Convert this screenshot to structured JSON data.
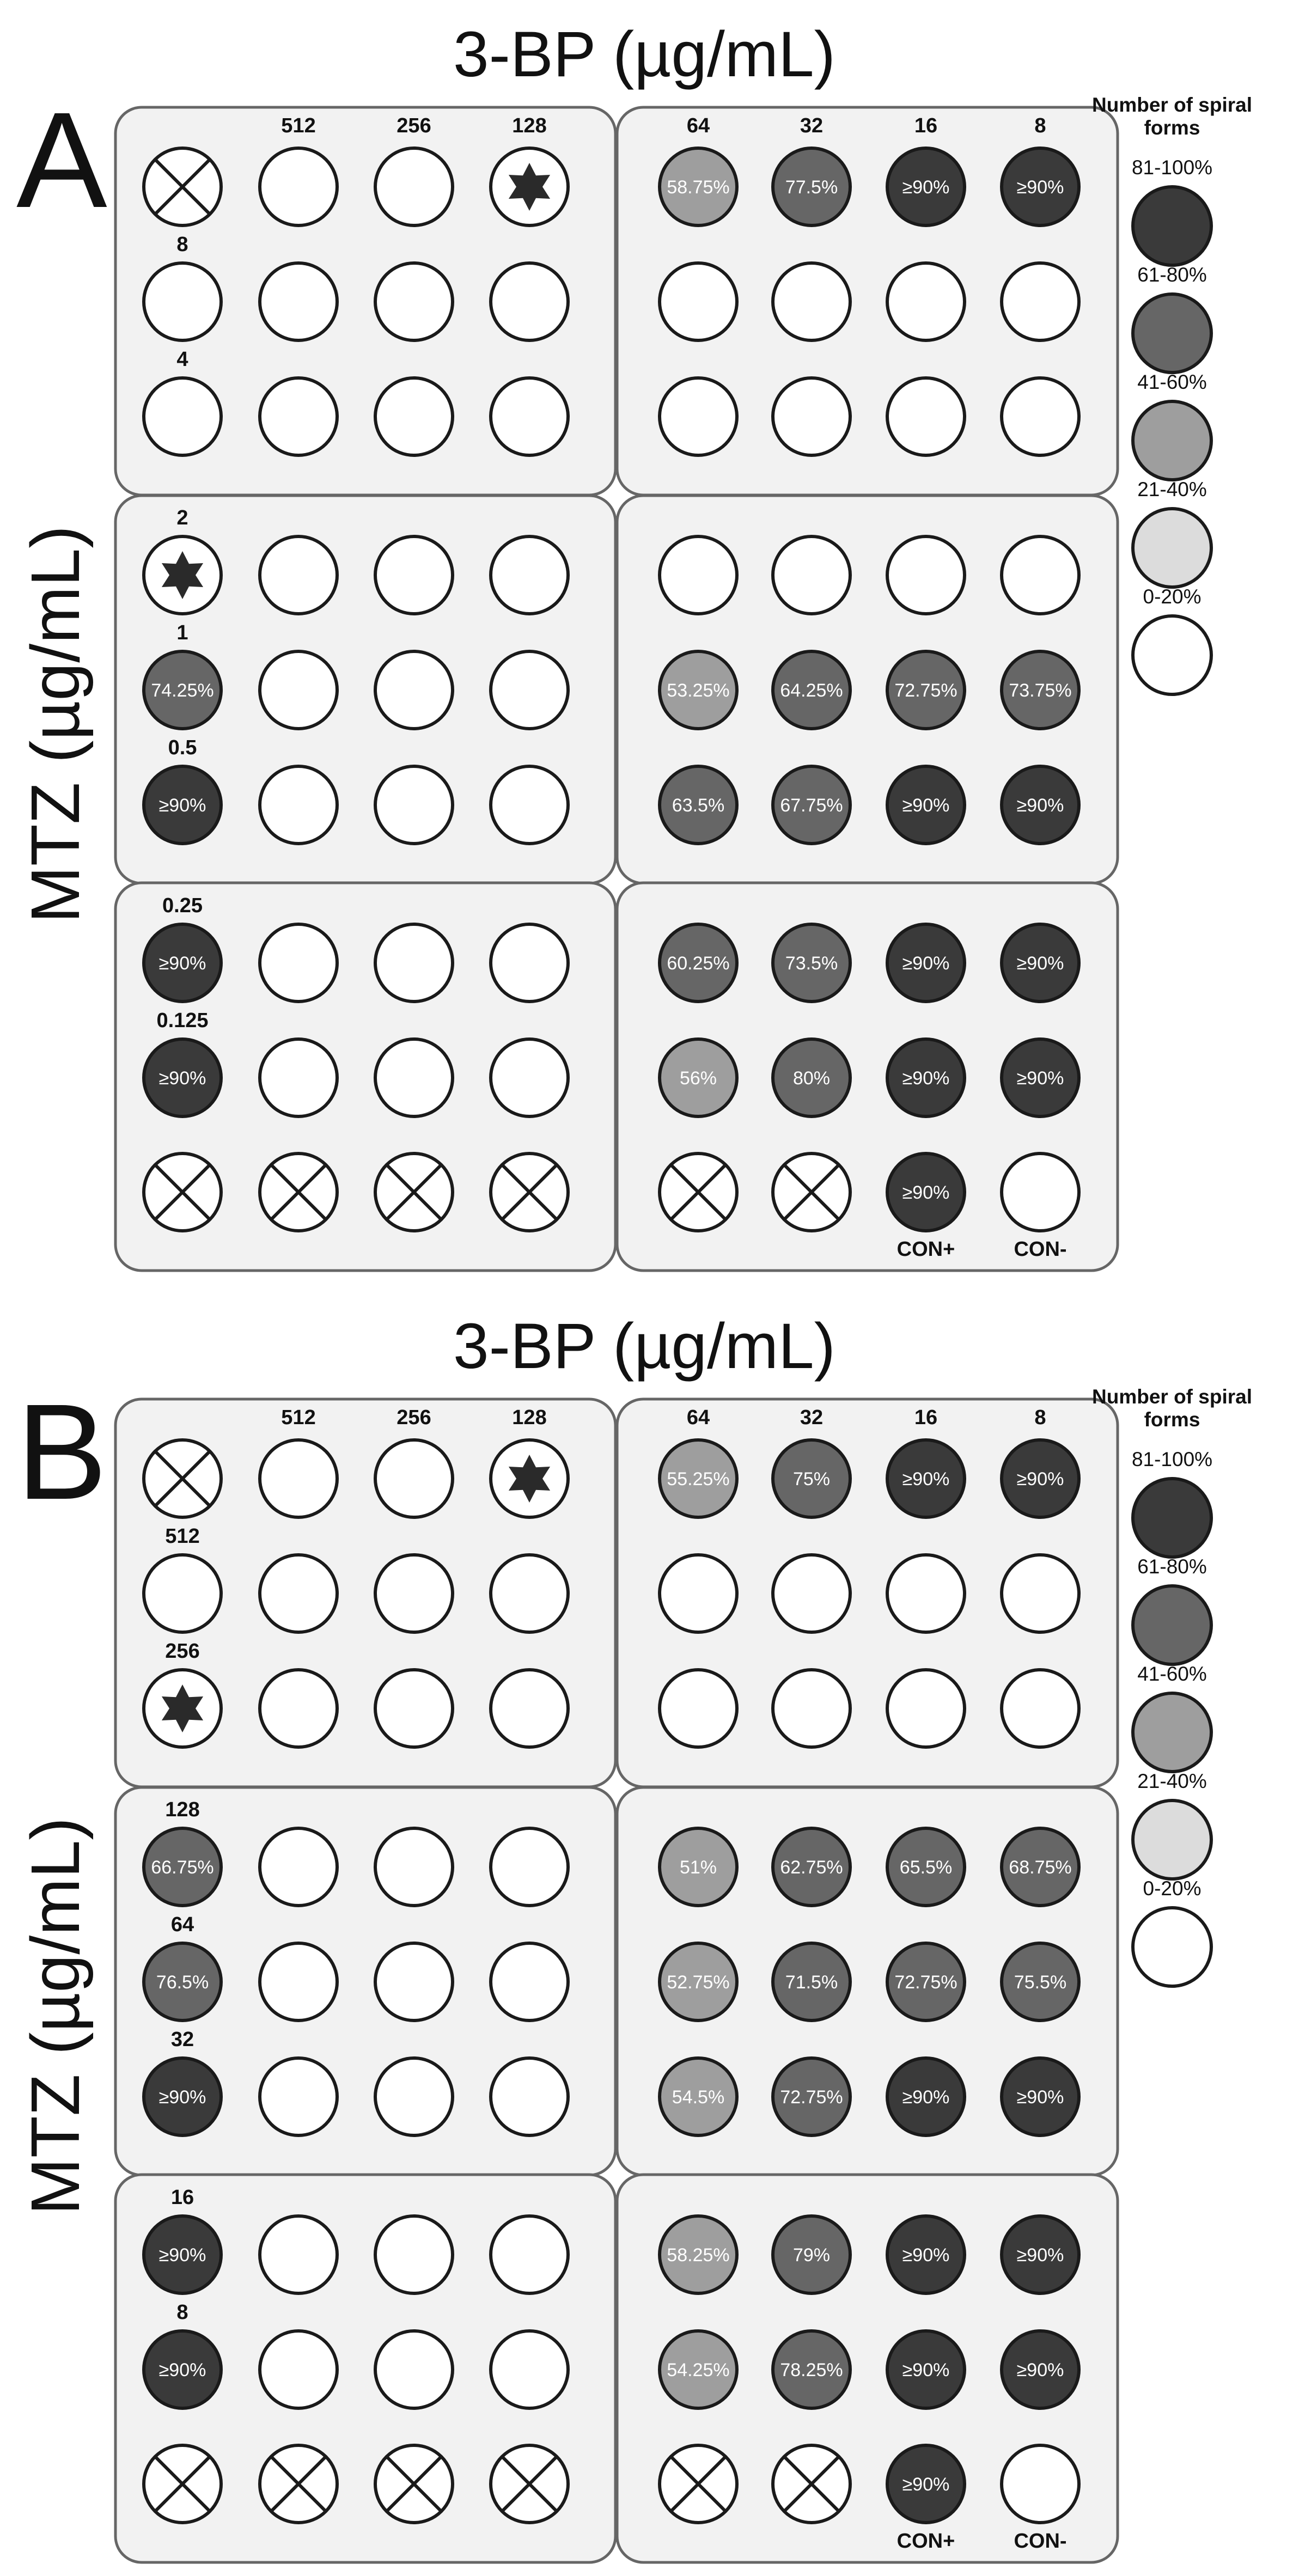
{
  "legend": {
    "title": "Number of spiral forms",
    "levels": [
      {
        "label": "81-100%",
        "color": "#3a3a3a"
      },
      {
        "label": "61-80%",
        "color": "#666666"
      },
      {
        "label": "41-60%",
        "color": "#9e9e9e"
      },
      {
        "label": "21-40%",
        "color": "#dcdcdc"
      },
      {
        "label": "0-20%",
        "color": "#ffffff"
      }
    ]
  },
  "colors": {
    "c4": "#3a3a3a",
    "c3": "#666666",
    "c2": "#9e9e9e",
    "c1": "#dcdcdc",
    "c0": "#ffffff",
    "panel_fill": "#f2f2f2",
    "panel_stroke": "#666666",
    "well_stroke": "#1a1a1a",
    "well_text": "#ffffff"
  },
  "panels": [
    {
      "letter": "A",
      "top_title": "3-BP (µg/mL)",
      "side_title": "MTZ (µg/mL)",
      "col_labels_left": [
        "",
        "512",
        "256",
        "128"
      ],
      "col_labels_right": [
        "64",
        "32",
        "16",
        "8"
      ],
      "row_labels": [
        "",
        "8",
        "4",
        "2",
        "1",
        "0.5",
        "0.25",
        "0.125",
        ""
      ],
      "bottom_labels": [
        "",
        "",
        "",
        "",
        "",
        "",
        "CON+",
        "CON-"
      ],
      "wells": [
        [
          "x",
          "e",
          "e",
          "s",
          "c2:58.75%",
          "c3:77.5%",
          "c4:≥90%",
          "c4:≥90%"
        ],
        [
          "e",
          "e",
          "e",
          "e",
          "e",
          "e",
          "e",
          "e"
        ],
        [
          "e",
          "e",
          "e",
          "e",
          "e",
          "e",
          "e",
          "e"
        ],
        [
          "s",
          "e",
          "e",
          "e",
          "e",
          "e",
          "e",
          "e"
        ],
        [
          "c3:74.25%",
          "e",
          "e",
          "e",
          "c2:53.25%",
          "c3:64.25%",
          "c3:72.75%",
          "c3:73.75%"
        ],
        [
          "c4:≥90%",
          "e",
          "e",
          "e",
          "c3:63.5%",
          "c3:67.75%",
          "c4:≥90%",
          "c4:≥90%"
        ],
        [
          "c4:≥90%",
          "e",
          "e",
          "e",
          "c3:60.25%",
          "c3:73.5%",
          "c4:≥90%",
          "c4:≥90%"
        ],
        [
          "c4:≥90%",
          "e",
          "e",
          "e",
          "c2:56%",
          "c3:80%",
          "c4:≥90%",
          "c4:≥90%"
        ],
        [
          "x",
          "x",
          "x",
          "x",
          "x",
          "x",
          "c4:≥90%",
          "e"
        ]
      ]
    },
    {
      "letter": "B",
      "top_title": "3-BP (µg/mL)",
      "side_title": "MTZ (µg/mL)",
      "col_labels_left": [
        "",
        "512",
        "256",
        "128"
      ],
      "col_labels_right": [
        "64",
        "32",
        "16",
        "8"
      ],
      "row_labels": [
        "",
        "512",
        "256",
        "128",
        "64",
        "32",
        "16",
        "8",
        ""
      ],
      "bottom_labels": [
        "",
        "",
        "",
        "",
        "",
        "",
        "CON+",
        "CON-"
      ],
      "wells": [
        [
          "x",
          "e",
          "e",
          "s",
          "c2:55.25%",
          "c3:75%",
          "c4:≥90%",
          "c4:≥90%"
        ],
        [
          "e",
          "e",
          "e",
          "e",
          "e",
          "e",
          "e",
          "e"
        ],
        [
          "s",
          "e",
          "e",
          "e",
          "e",
          "e",
          "e",
          "e"
        ],
        [
          "c3:66.75%",
          "e",
          "e",
          "e",
          "c2:51%",
          "c3:62.75%",
          "c3:65.5%",
          "c3:68.75%"
        ],
        [
          "c3:76.5%",
          "e",
          "e",
          "e",
          "c2:52.75%",
          "c3:71.5%",
          "c3:72.75%",
          "c3:75.5%"
        ],
        [
          "c4:≥90%",
          "e",
          "e",
          "e",
          "c2:54.5%",
          "c3:72.75%",
          "c4:≥90%",
          "c4:≥90%"
        ],
        [
          "c4:≥90%",
          "e",
          "e",
          "e",
          "c2:58.25%",
          "c3:79%",
          "c4:≥90%",
          "c4:≥90%"
        ],
        [
          "c4:≥90%",
          "e",
          "e",
          "e",
          "c2:54.25%",
          "c3:78.25%",
          "c4:≥90%",
          "c4:≥90%"
        ],
        [
          "x",
          "x",
          "x",
          "x",
          "x",
          "x",
          "c4:≥90%",
          "e"
        ]
      ]
    }
  ]
}
